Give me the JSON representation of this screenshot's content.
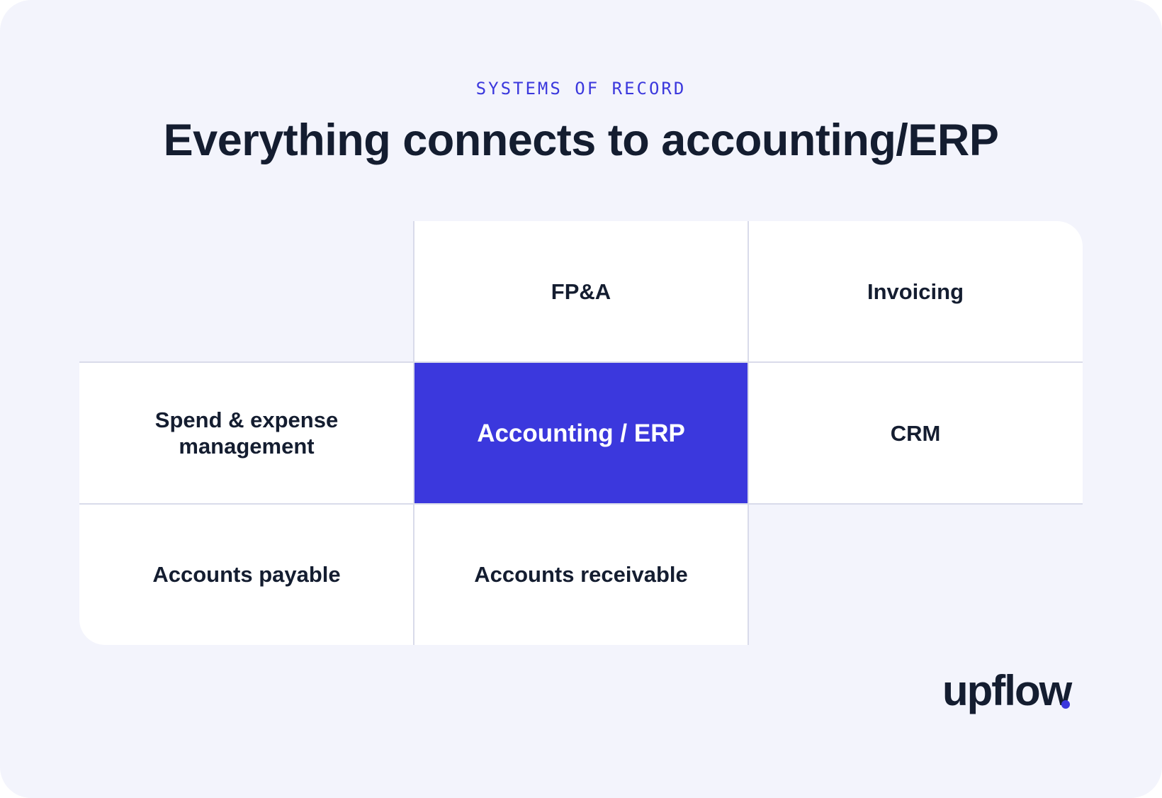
{
  "header": {
    "eyebrow": "SYSTEMS OF RECORD",
    "title": "Everything connects to accounting/ERP"
  },
  "grid": {
    "fpa": "FP&A",
    "invoicing": "Invoicing",
    "spend": "Spend & expense management",
    "center": "Accounting / ERP",
    "crm": "CRM",
    "payable": "Accounts payable",
    "receivable": "Accounts receivable"
  },
  "brand": {
    "logo_text": "upflow",
    "accent_color": "#3b38dd",
    "text_color": "#141d30",
    "background_color": "#f3f4fc"
  }
}
